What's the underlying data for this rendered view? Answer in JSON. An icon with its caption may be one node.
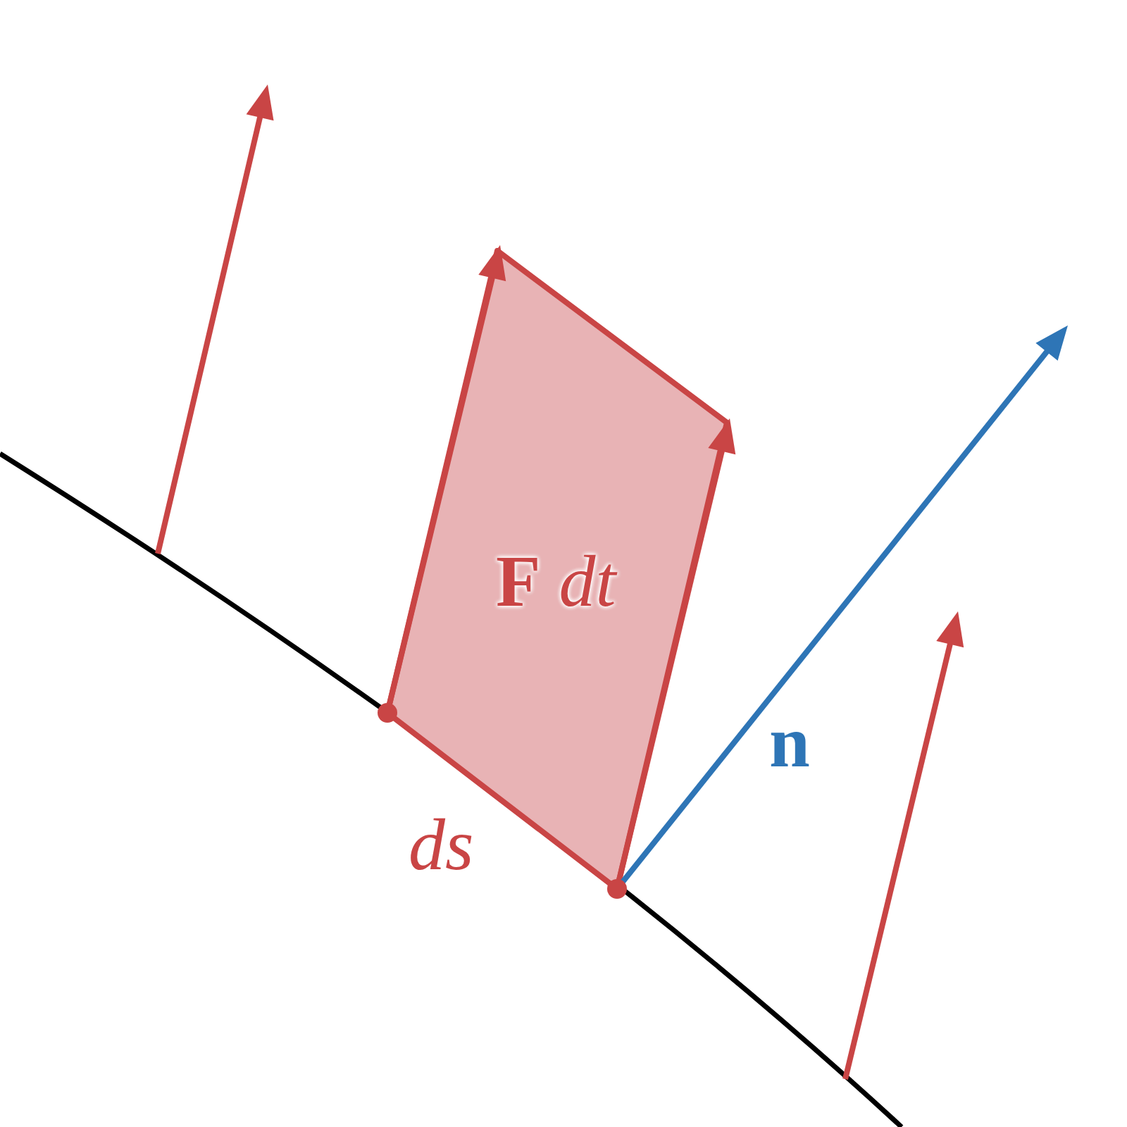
{
  "diagram": {
    "labels": [
      "**F** *dt*",
      "n",
      "ds"
    ]
  }
}
